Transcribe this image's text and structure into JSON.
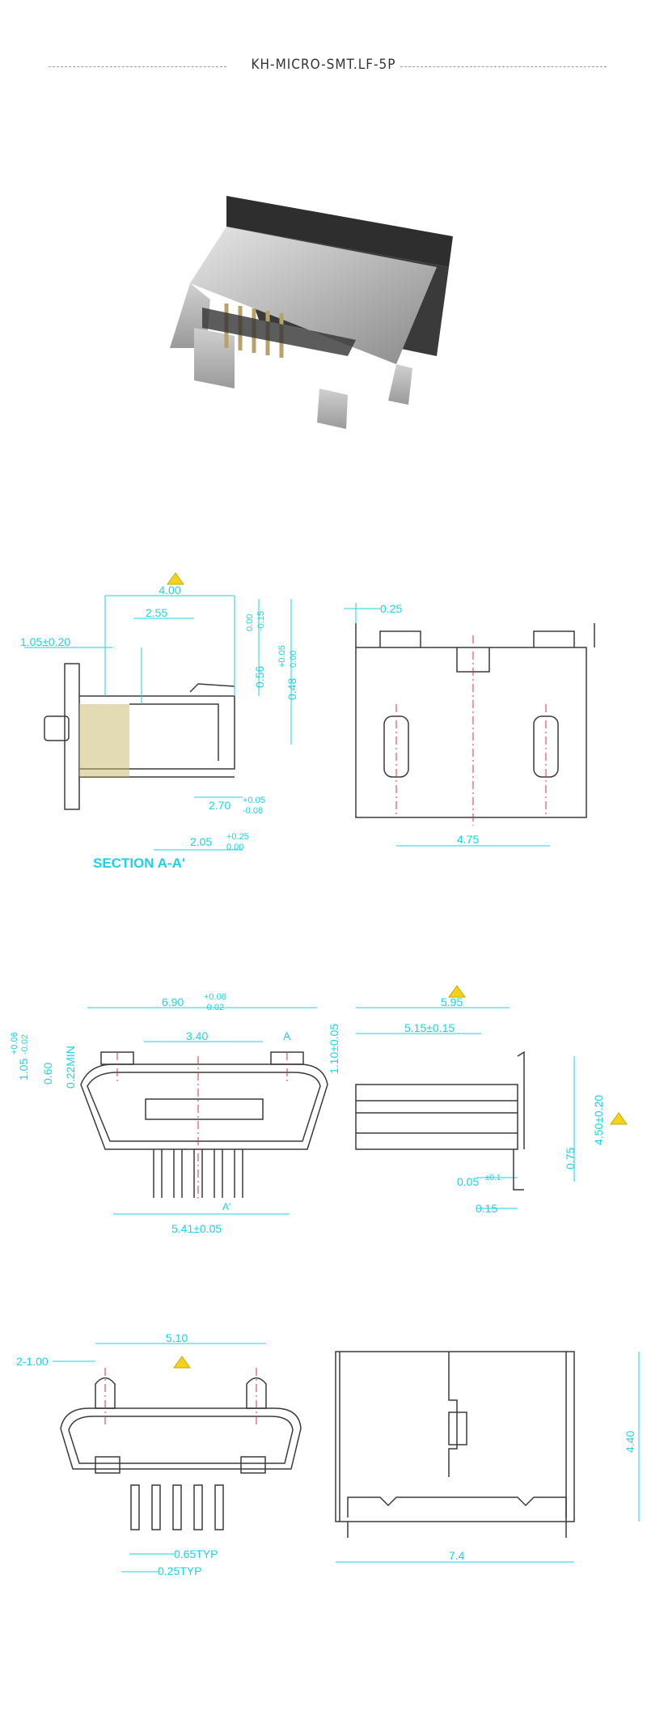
{
  "title": "KH-MICRO-SMT.LF-5P",
  "colors": {
    "dimension": "#19d3e6",
    "outline": "#3a3a3a",
    "centerline": "#e0303a",
    "section_hatch": "#c8b86a",
    "warning": "#f3d21a"
  },
  "photo": {
    "alt_icon": "usb-micro-connector-photo"
  },
  "section1": {
    "dims": {
      "d1": "4.00",
      "d2": "2.55",
      "d3": "1.05±0.20",
      "d4_base": "0.56",
      "d4_upper": "0.00",
      "d4_lower": "-0.15",
      "d5_base": "0.48",
      "d5_upper": "+0.05",
      "d5_lower": "0.00",
      "d6_base": "2.70",
      "d6_upper": "+0.05",
      "d6_lower": "-0.08",
      "d7_base": "2.05",
      "d7_upper": "+0.25",
      "d7_lower": "0.00",
      "section_label": "SECTION A-A'",
      "r1": "0.25",
      "r2": "4.75"
    }
  },
  "section2": {
    "dims": {
      "w1_base": "6.90",
      "w1_upper": "+0.06",
      "w1_lower": "-0.02",
      "w2": "3.40",
      "a_label": "A",
      "a2_label": "A'",
      "v1_base": "1.05",
      "v1_upper": "+0.06",
      "v1_lower": "-0.02",
      "v2": "0.60",
      "v3": "0.22MIN",
      "v4": "1.10±0.05",
      "w3": "5.41±0.05",
      "s1": "5.95",
      "s2": "5.15±0.15",
      "s3": "4.50±0.20",
      "s4": "0.75",
      "s5": "0.05",
      "s5_tol": "±0.1",
      "s6": "0.15"
    }
  },
  "section3": {
    "dims": {
      "b1": "5.10",
      "b2": "2-1.00",
      "b3": "0.65TYP",
      "b4": "0.25TYP",
      "c1": "4.40",
      "c2": "7.4"
    }
  }
}
